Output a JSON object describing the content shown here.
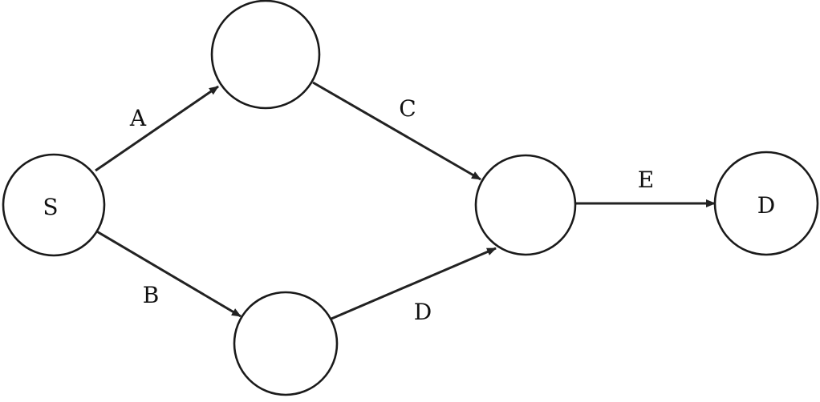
{
  "nodes": [
    {
      "id": "start",
      "label": "S"
    },
    {
      "id": "top",
      "label": ""
    },
    {
      "id": "bottom",
      "label": ""
    },
    {
      "id": "merge",
      "label": ""
    },
    {
      "id": "end",
      "label": "D"
    }
  ],
  "edges": [
    {
      "id": "edge-a",
      "from": "start",
      "to": "top",
      "label": "A"
    },
    {
      "id": "edge-b",
      "from": "start",
      "to": "bottom",
      "label": "B"
    },
    {
      "id": "edge-c",
      "from": "top",
      "to": "merge",
      "label": "C"
    },
    {
      "id": "edge-d",
      "from": "bottom",
      "to": "merge",
      "label": "D"
    },
    {
      "id": "edge-e",
      "from": "merge",
      "to": "end",
      "label": "E"
    }
  ],
  "colors": {
    "stroke": "#1a1a1a",
    "background": "#ffffff"
  }
}
